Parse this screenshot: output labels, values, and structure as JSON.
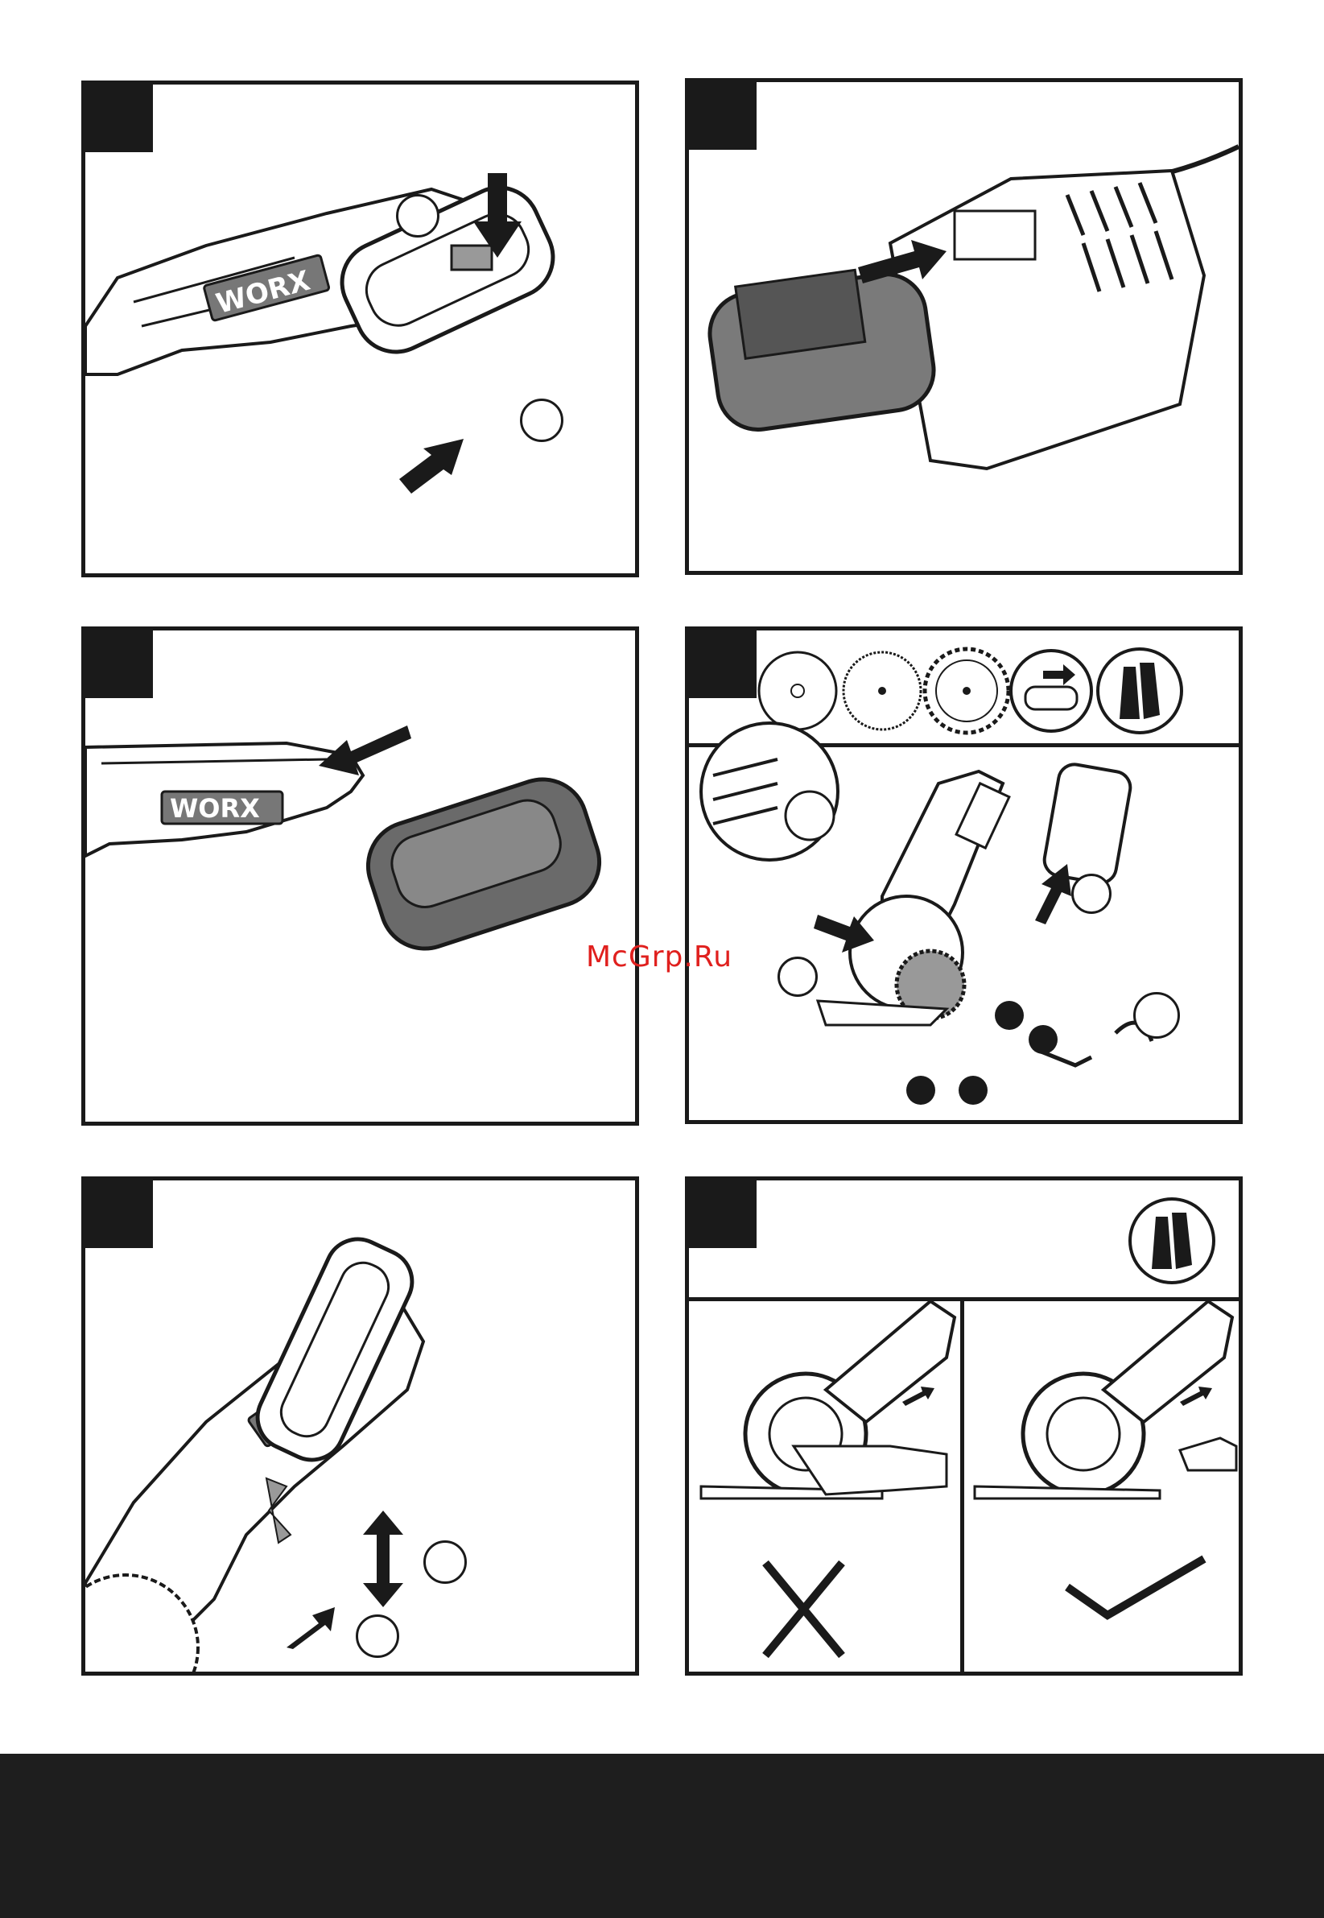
{
  "watermark": "McGrp.Ru",
  "brand": "WORX",
  "panels": [
    {
      "id": "A",
      "callouts": 2
    },
    {
      "id": "B",
      "callouts": 0
    },
    {
      "id": "C",
      "callouts": 0
    },
    {
      "id": "D",
      "callouts": 3,
      "filled_dots": 4
    },
    {
      "id": "E",
      "callouts": 2
    },
    {
      "id": "F",
      "callouts": 0,
      "verdicts": [
        "wrong",
        "correct"
      ]
    }
  ],
  "icons": [
    "battery-insert-icon",
    "charger-icon",
    "battery-remove-icon",
    "blade-types-icon",
    "gloves-icon",
    "depth-adjust-icon",
    "wrong-x-icon",
    "correct-check-icon"
  ],
  "colors": {
    "ink": "#1a1a1a",
    "tool_gray": "#b9b9b9",
    "battery_gray": "#6f6f6f",
    "watermark": "#e0201e"
  }
}
